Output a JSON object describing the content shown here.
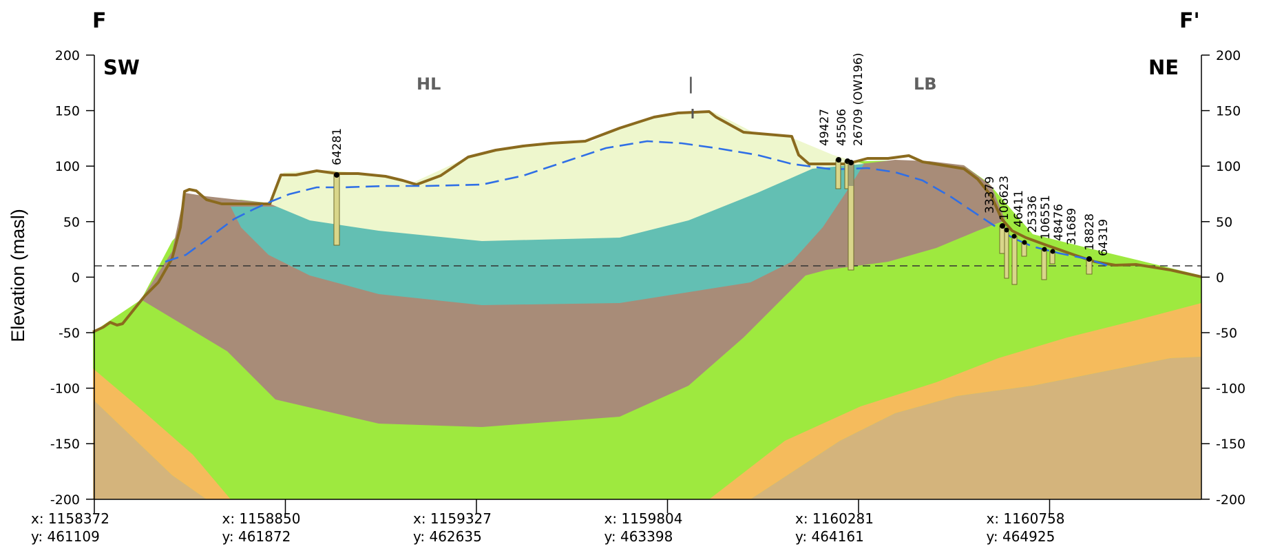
{
  "section": {
    "start_label": "F",
    "end_label": "F'",
    "left_direction": "SW",
    "right_direction": "NE"
  },
  "y_axis": {
    "label": "Elevation (masl)",
    "ticks": [
      "200",
      "150",
      "100",
      "50",
      "0",
      "-50",
      "-100",
      "-150",
      "-200"
    ]
  },
  "units": {
    "left": "HL",
    "right": "LB",
    "boundary_marker": "|"
  },
  "x_axis": {
    "ticks": [
      {
        "x": "x: 1158372",
        "y": "y: 461109"
      },
      {
        "x": "x: 1158850",
        "y": "y: 461872"
      },
      {
        "x": "x: 1159327",
        "y": "y: 462635"
      },
      {
        "x": "x: 1159804",
        "y": "y: 463398"
      },
      {
        "x": "x: 1160281",
        "y": "y: 464161"
      },
      {
        "x": "x: 1160758",
        "y": "y: 464925"
      }
    ]
  },
  "wells": [
    "64281",
    "49427",
    "45506",
    "26709 (OW196)",
    "33379",
    "106623",
    "46411",
    "25336",
    "106551",
    "48476",
    "31689",
    "18828",
    "64319"
  ],
  "colors": {
    "ground_surface": "#8a6a1e",
    "water_table": "#2f6fe6",
    "layer_pale_yellow": "#eef7cd",
    "layer_teal": "#63bfb3",
    "layer_brown": "#a88c78",
    "layer_green": "#9ee93f",
    "layer_orange": "#f5bb5c",
    "layer_tan": "#d4b47c",
    "screen": "#d9d68a"
  }
}
